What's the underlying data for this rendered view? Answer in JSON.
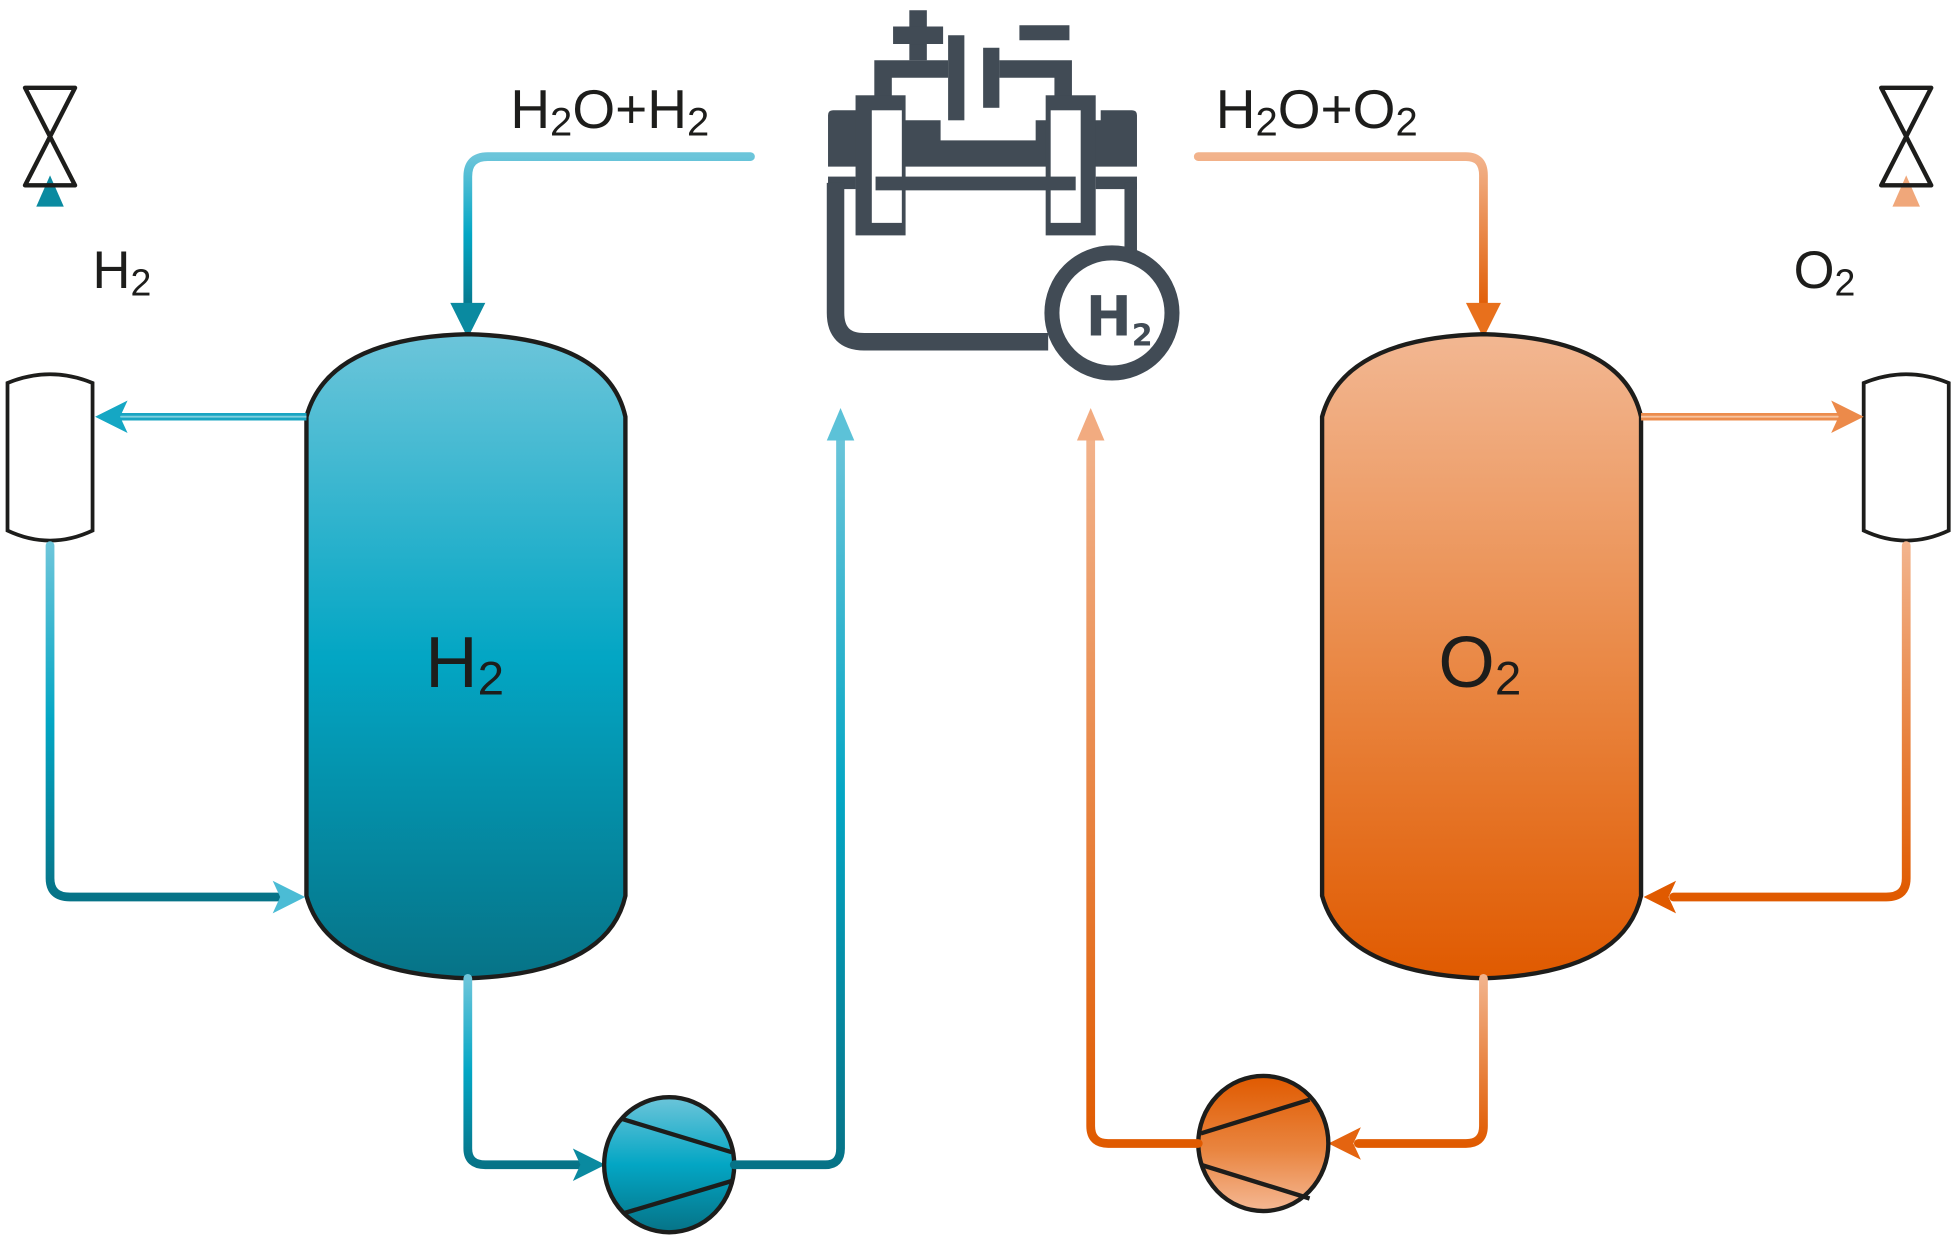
{
  "diagram": {
    "colors": {
      "hydrogen_light": "#5fc0d6",
      "hydrogen_mid": "#06a8c6",
      "hydrogen_dark": "#0a7388",
      "oxygen_light": "#f2b38c",
      "oxygen_mid": "#e87b31",
      "oxygen_dark": "#e05a00",
      "icon": "#414b55",
      "outline": "#1d1d1b"
    },
    "electrolyzer": {
      "icon_name": "electrolyzer-icon",
      "polarity_plus": "+",
      "polarity_minus": "−",
      "badge_main": "H",
      "badge_sub": "2"
    },
    "hydrogen_side": {
      "inlet_label": {
        "main1": "H",
        "sub1": "2",
        "main2": "O+H",
        "sub2": "2"
      },
      "tank_label": {
        "main": "H",
        "sub": "2"
      },
      "vent_label": {
        "main": "H",
        "sub": "2"
      }
    },
    "oxygen_side": {
      "inlet_label": {
        "main1": "H",
        "sub1": "2",
        "main2": "O+O",
        "sub2": "2"
      },
      "tank_label": {
        "main": "O",
        "sub": "2"
      },
      "vent_label": {
        "main": "O",
        "sub": "2"
      }
    }
  }
}
